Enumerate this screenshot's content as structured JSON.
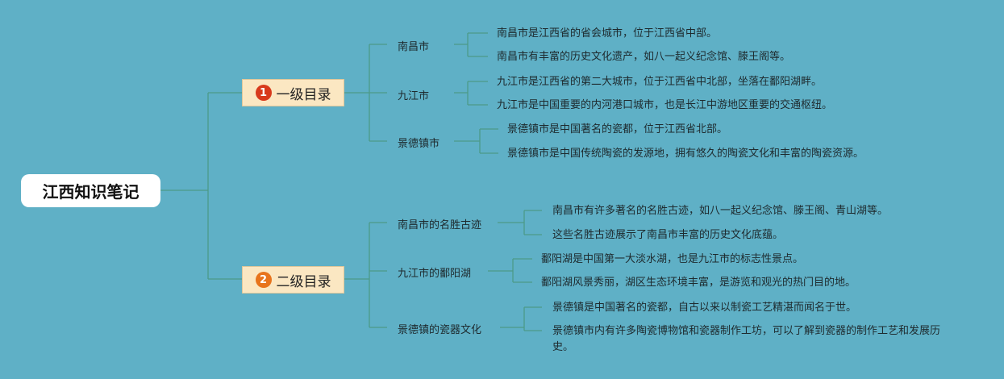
{
  "root": {
    "label": "江西知识笔记"
  },
  "line_color": "#4c9a88",
  "branches": [
    {
      "badge": "1",
      "badge_color": "#d83a1c",
      "label": "一级目录",
      "topics": [
        {
          "label": "南昌市",
          "items": [
            "南昌市是江西省的省会城市，位于江西省中部。",
            "南昌市有丰富的历史文化遗产，如八一起义纪念馆、滕王阁等。"
          ]
        },
        {
          "label": "九江市",
          "items": [
            "九江市是江西省的第二大城市，位于江西省中北部，坐落在鄱阳湖畔。",
            "九江市是中国重要的内河港口城市，也是长江中游地区重要的交通枢纽。"
          ]
        },
        {
          "label": "景德镇市",
          "items": [
            "景德镇市是中国著名的瓷都，位于江西省北部。",
            "景德镇市是中国传统陶瓷的发源地，拥有悠久的陶瓷文化和丰富的陶瓷资源。"
          ]
        }
      ]
    },
    {
      "badge": "2",
      "badge_color": "#e8741c",
      "label": "二级目录",
      "topics": [
        {
          "label": "南昌市的名胜古迹",
          "items": [
            "南昌市有许多著名的名胜古迹，如八一起义纪念馆、滕王阁、青山湖等。",
            "这些名胜古迹展示了南昌市丰富的历史文化底蕴。"
          ]
        },
        {
          "label": "九江市的鄱阳湖",
          "items": [
            "鄱阳湖是中国第一大淡水湖，也是九江市的标志性景点。",
            "鄱阳湖风景秀丽，湖区生态环境丰富，是游览和观光的热门目的地。"
          ]
        },
        {
          "label": "景德镇的瓷器文化",
          "items": [
            "景德镇是中国著名的瓷都，自古以来以制瓷工艺精湛而闻名于世。",
            "景德镇市内有许多陶瓷博物馆和瓷器制作工坊，可以了解到瓷器的制作工艺和发展历史。"
          ]
        }
      ]
    }
  ]
}
